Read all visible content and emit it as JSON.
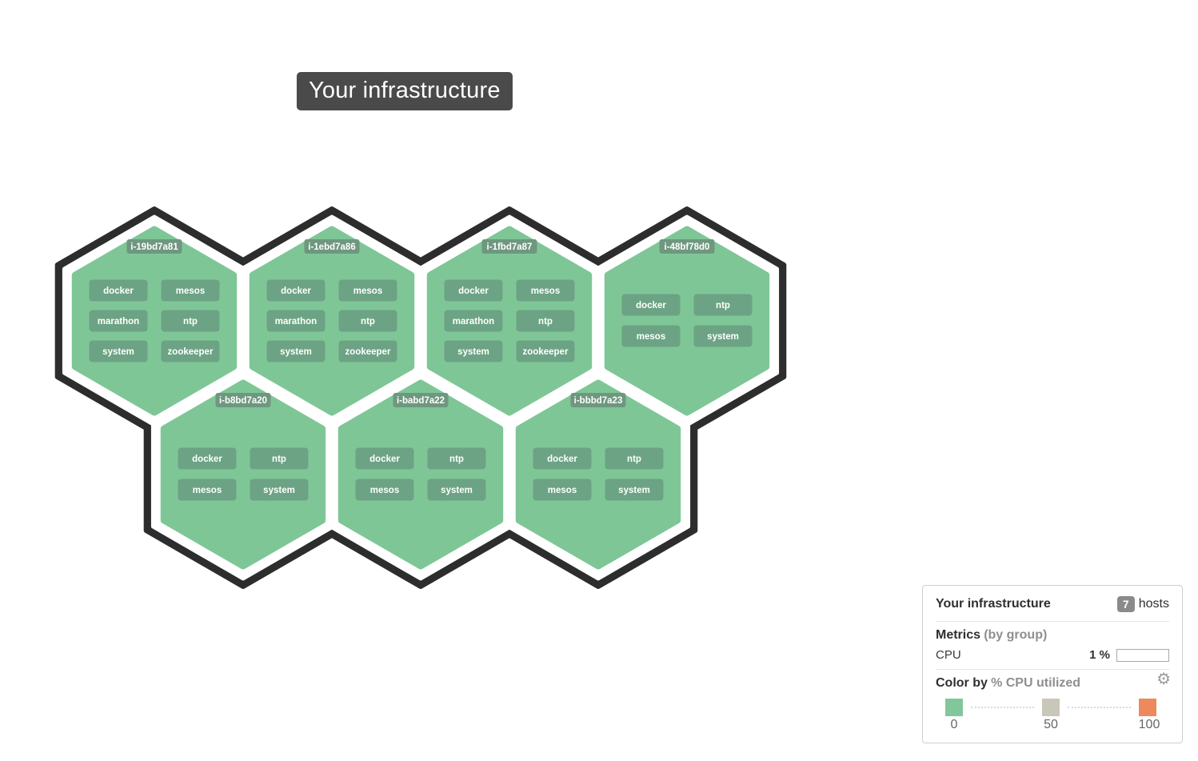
{
  "title_banner": {
    "text": "Your infrastructure"
  },
  "hexmap": {
    "colors": {
      "outline": "#2d2d2d",
      "cell": "#7fc697",
      "tag": "#6ca384",
      "badge": "#6f977f",
      "text": "#ffffff"
    },
    "hosts": [
      {
        "id": "i-19bd7a81",
        "row": 0,
        "col": 0,
        "tags": [
          "docker",
          "mesos",
          "marathon",
          "ntp",
          "system",
          "zookeeper"
        ]
      },
      {
        "id": "i-1ebd7a86",
        "row": 0,
        "col": 1,
        "tags": [
          "docker",
          "mesos",
          "marathon",
          "ntp",
          "system",
          "zookeeper"
        ]
      },
      {
        "id": "i-1fbd7a87",
        "row": 0,
        "col": 2,
        "tags": [
          "docker",
          "mesos",
          "marathon",
          "ntp",
          "system",
          "zookeeper"
        ]
      },
      {
        "id": "i-48bf78d0",
        "row": 0,
        "col": 3,
        "tags": [
          "docker",
          "ntp",
          "mesos",
          "system"
        ]
      },
      {
        "id": "i-b8bd7a20",
        "row": 1,
        "col": 0,
        "tags": [
          "docker",
          "ntp",
          "mesos",
          "system"
        ]
      },
      {
        "id": "i-babd7a22",
        "row": 1,
        "col": 1,
        "tags": [
          "docker",
          "ntp",
          "mesos",
          "system"
        ]
      },
      {
        "id": "i-bbbd7a23",
        "row": 1,
        "col": 2,
        "tags": [
          "docker",
          "ntp",
          "mesos",
          "system"
        ]
      }
    ]
  },
  "legend": {
    "title": "Your infrastructure",
    "host_count": "7",
    "host_count_label": "hosts",
    "metrics_label": "Metrics",
    "metrics_sublabel": "(by group)",
    "metric_name": "CPU",
    "metric_value": "1 %",
    "color_by_label": "Color by",
    "color_by_metric": "% CPU utilized",
    "scale": {
      "min": "0",
      "mid": "50",
      "max": "100",
      "min_color": "#82c79a",
      "mid_color": "#c9c6ba",
      "max_color": "#ec8a5e"
    }
  }
}
